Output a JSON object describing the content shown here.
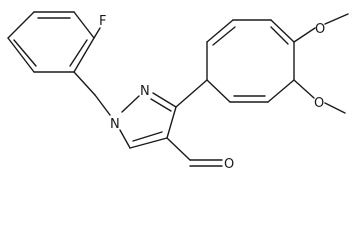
{
  "molecule": {
    "atom_labels": {
      "fluorine": "F",
      "pyrazole_n1": "N",
      "pyrazole_n2": "N",
      "aldehyde_oxygen": "O",
      "methoxy_oxygen_upper": "O",
      "methoxy_oxygen_lower": "O"
    }
  }
}
